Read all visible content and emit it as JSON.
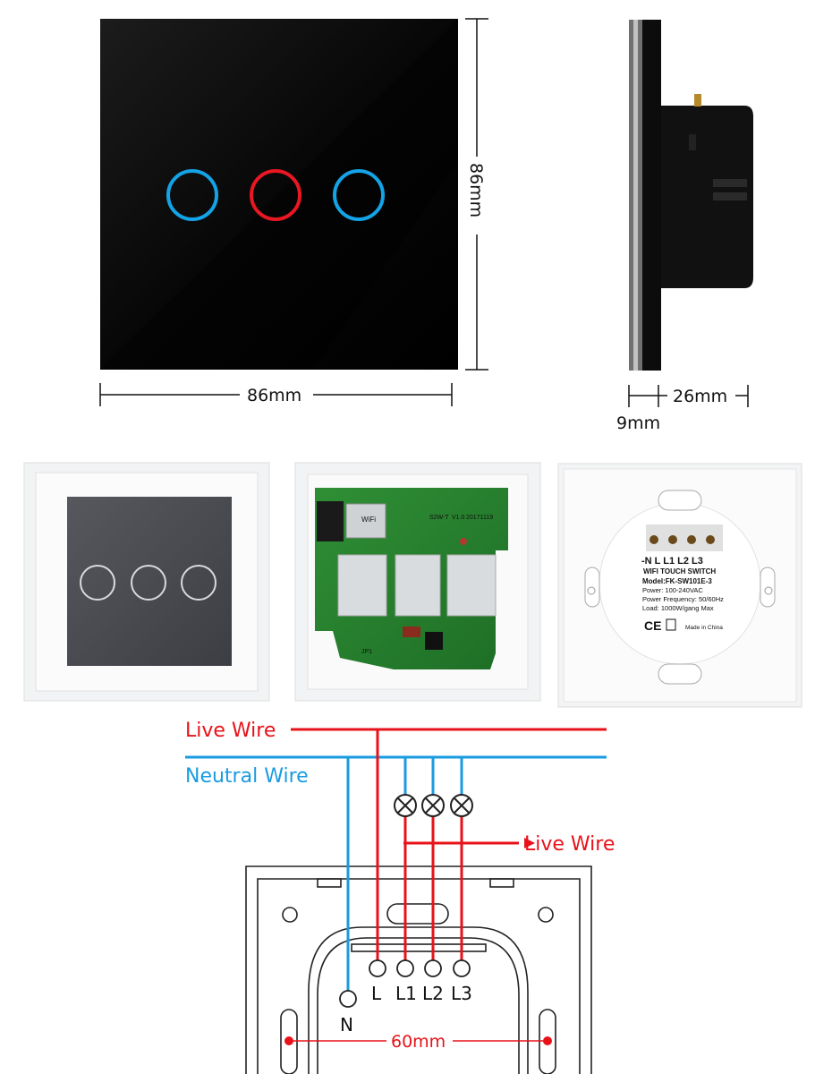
{
  "dimensions": {
    "width": "86mm",
    "height": "86mm",
    "depth": "26mm",
    "glass": "9mm",
    "mount_spacing": "60mm"
  },
  "pcb": {
    "board_name": "S2W-T",
    "version": "V1.0",
    "date": "20171119",
    "module": "WiFi",
    "jumper": "JP1"
  },
  "label": {
    "terminals_top": "-N L L1 L2 L3",
    "title": "WIFI TOUCH SWITCH",
    "model": "Model:FK-SW101E-3",
    "power": "Power: 100-240VAC",
    "frequency": "Power Frequency: 50/60Hz",
    "load": "Load: 1000W/gang Max",
    "ce": "CE",
    "origin": "Made in China"
  },
  "wiring": {
    "live_wire_top": "Live Wire",
    "neutral_wire": "Neutral Wire",
    "live_wire_right": "Live Wire",
    "terminals": [
      "N",
      "L",
      "L1",
      "L2",
      "L3"
    ]
  },
  "colors": {
    "live": "#e8121a",
    "neutral": "#1a9be0",
    "touch_blue": "#14a3e6",
    "touch_red": "#e81722",
    "glass": "#050505"
  }
}
